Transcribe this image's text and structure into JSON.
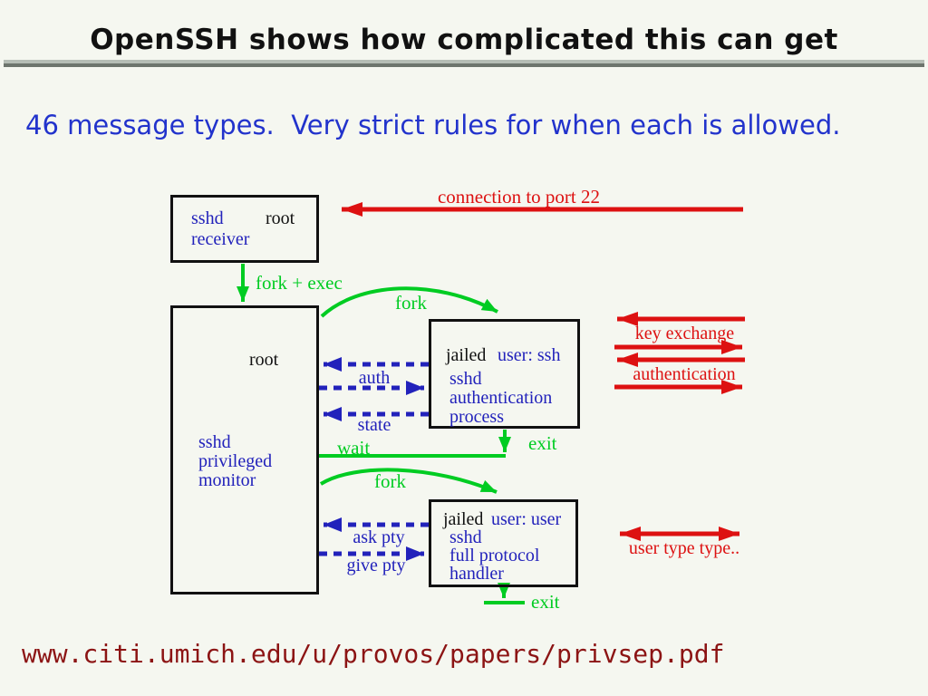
{
  "slide": {
    "title": "OpenSSH shows how complicated this can get",
    "subtitle": "46 message types.  Very strict rules for when each is allowed.",
    "footer_url": "www.citi.umich.edu/u/provos/papers/privsep.pdf"
  },
  "diagram": {
    "boxes": {
      "receiver": {
        "name": "sshd",
        "privilege": "root",
        "role": "receiver"
      },
      "monitor": {
        "privilege": "root",
        "line1": "sshd",
        "line2": "privileged",
        "line3": "monitor"
      },
      "jailed_ssh": {
        "jail": "jailed",
        "user": "user: ssh",
        "line1": "sshd",
        "line2": "authentication",
        "line3": "process"
      },
      "jailed_user": {
        "jail": "jailed",
        "user": "user: user",
        "line1": "sshd",
        "line2": "full protocol",
        "line3": "handler"
      }
    },
    "arrow_labels": {
      "connection": "connection to port 22",
      "fork_exec": "fork + exec",
      "fork1": "fork",
      "auth": "auth",
      "state": "state",
      "wait": "wait",
      "exit1": "exit",
      "key_exchange": "key exchange",
      "authentication": "authentication",
      "fork2": "fork",
      "ask_pty": "ask pty",
      "give_pty": "give pty",
      "user_type": "user type type..",
      "exit2": "exit"
    }
  },
  "colors": {
    "background": "#f5f7f0",
    "title_black": "#111111",
    "heading_blue": "#2233cc",
    "diagram_blue": "#2222bb",
    "green": "#00cc22",
    "red": "#dd1111",
    "url_maroon": "#8c1414",
    "divider_light": "#b5bdb5",
    "divider_dark": "#6d756d"
  }
}
